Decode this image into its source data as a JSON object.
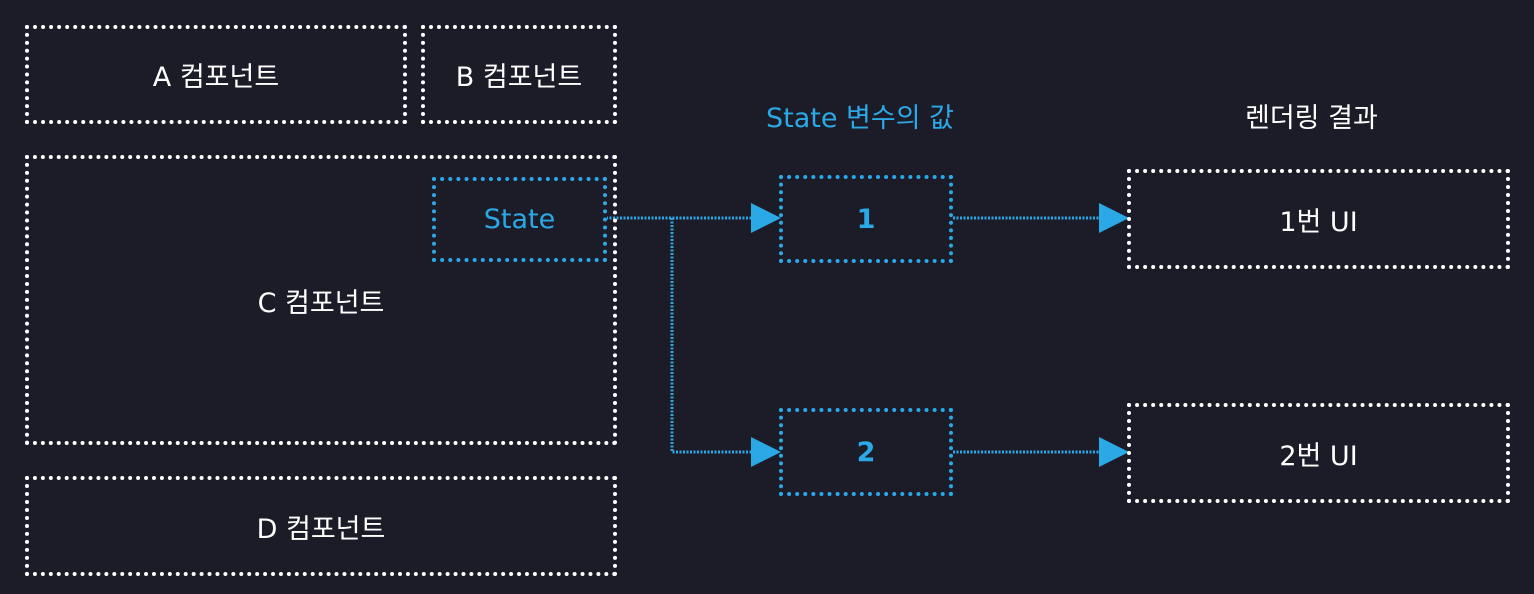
{
  "components": {
    "a": "A 컴포넌트",
    "b": "B 컴포넌트",
    "c": "C 컴포넌트",
    "d": "D 컴포넌트"
  },
  "state_label": "State",
  "headings": {
    "state_value": "State 변수의 값",
    "render_result": "렌더링 결과"
  },
  "values": [
    "1",
    "2"
  ],
  "results": [
    "1번 UI",
    "2번 UI"
  ],
  "colors": {
    "background": "#1c1c28",
    "accent": "#2aa9e6",
    "box_border": "#ffffff"
  }
}
